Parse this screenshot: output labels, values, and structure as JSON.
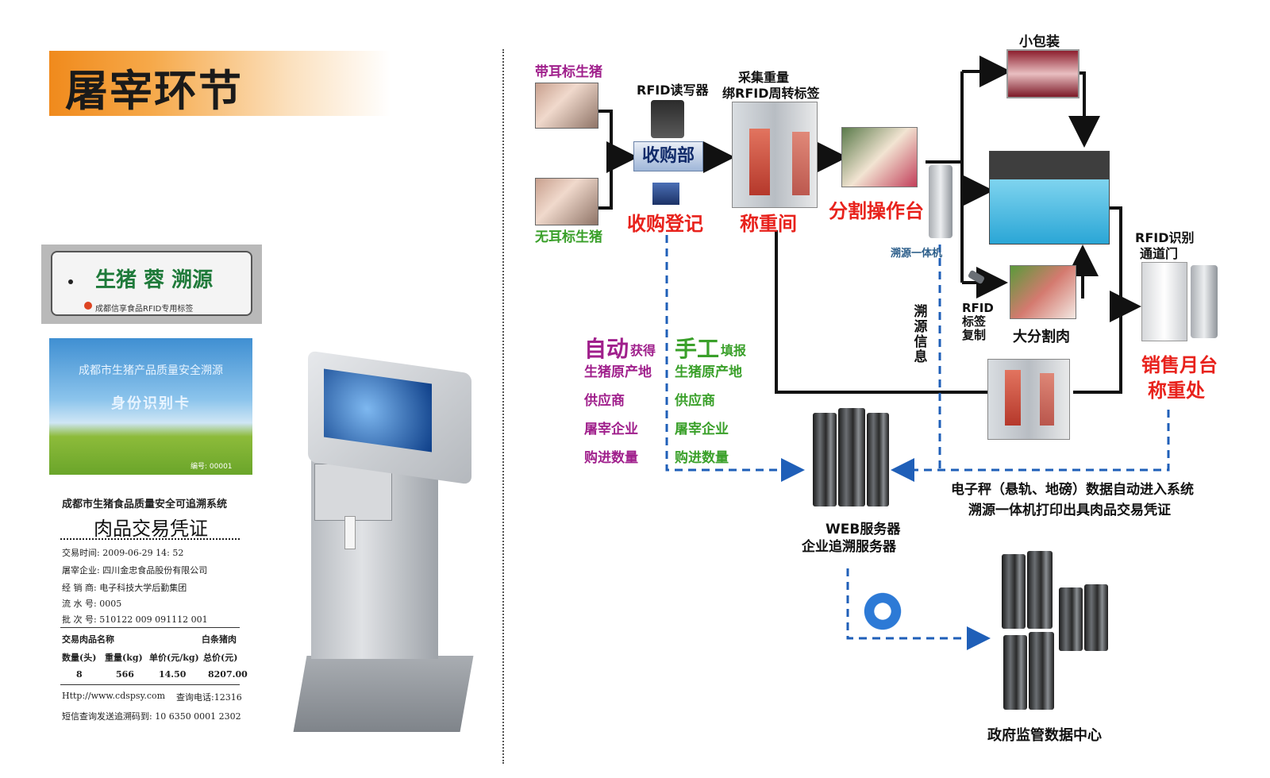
{
  "title": "屠宰环节",
  "ear_tag": {
    "title": "生猪 蓉 溯源",
    "subtitle": "成都信享食品RFID专用标签"
  },
  "id_card": {
    "title": "成都市生猪产品质量安全溯源",
    "subtitle": "身份识别卡",
    "number": "编号: 00001"
  },
  "receipt": {
    "system": "成都市生猪食品质量安全可追溯系统",
    "heading": "肉品交易凭证",
    "lines": [
      "交易时间: 2009-06-29 14: 52",
      "屠宰企业: 四川金忠食品股份有限公司",
      "经 销 商: 电子科技大学后勤集团",
      "流 水 号: 0005",
      "批 次 号: 510122 009 091112 001"
    ],
    "item_label": "交易肉品名称",
    "item_value": "白条猪肉",
    "table_headers": [
      "数量(头)",
      "重量(kg)",
      "单价(元/kg)",
      "总价(元)"
    ],
    "table_values": [
      "8",
      "566",
      "14.50",
      "8207.00"
    ],
    "url": "Http://www.cdspsy.com",
    "phone": "查询电话:12316",
    "sms": "短信查询发送追溯码到: 10 6350 0001 2302"
  },
  "diagram": {
    "pig_tagged": "带耳标生猪",
    "pig_untagged": "无耳标生猪",
    "rfid_reader": "RFID读写器",
    "purchase_dept": "收购部",
    "purchase_register": "收购登记",
    "weigh_collect_line1": "采集重量",
    "weigh_collect_line2": "绑RFID周转标签",
    "weigh_room": "称重间",
    "cutting_table": "分割操作台",
    "trace_kiosk": "溯源一体机",
    "small_package": "小包装",
    "rfid_copy": "RFID标签复制",
    "big_cut": "大分割肉",
    "rfid_gate_line1": "RFID识别",
    "rfid_gate_line2": "通道门",
    "sales_line1": "销售月台",
    "sales_line2": "称重处",
    "trace_info": "溯源信息",
    "auto_big": "自动",
    "auto_small": "获得",
    "manual_big": "手工",
    "manual_small": "填报",
    "auto_items": [
      "生猪原产地",
      "供应商",
      "屠宰企业",
      "购进数量"
    ],
    "manual_items": [
      "生猪原产地",
      "供应商",
      "屠宰企业",
      "购进数量"
    ],
    "note_line1": "电子秤（悬轨、地磅）数据自动进入系统",
    "note_line2": "溯源一体机打印出具肉品交易凭证",
    "web_server_line1": "WEB服务器",
    "web_server_line2": "企业追溯服务器",
    "gov_center": "政府监管数据中心"
  },
  "colors": {
    "title_band": "#f08a1c",
    "red_label": "#e8221c",
    "magenta_label": "#a0208c",
    "green_label": "#3aa02a",
    "dashed_blue": "#1f5fb8"
  }
}
